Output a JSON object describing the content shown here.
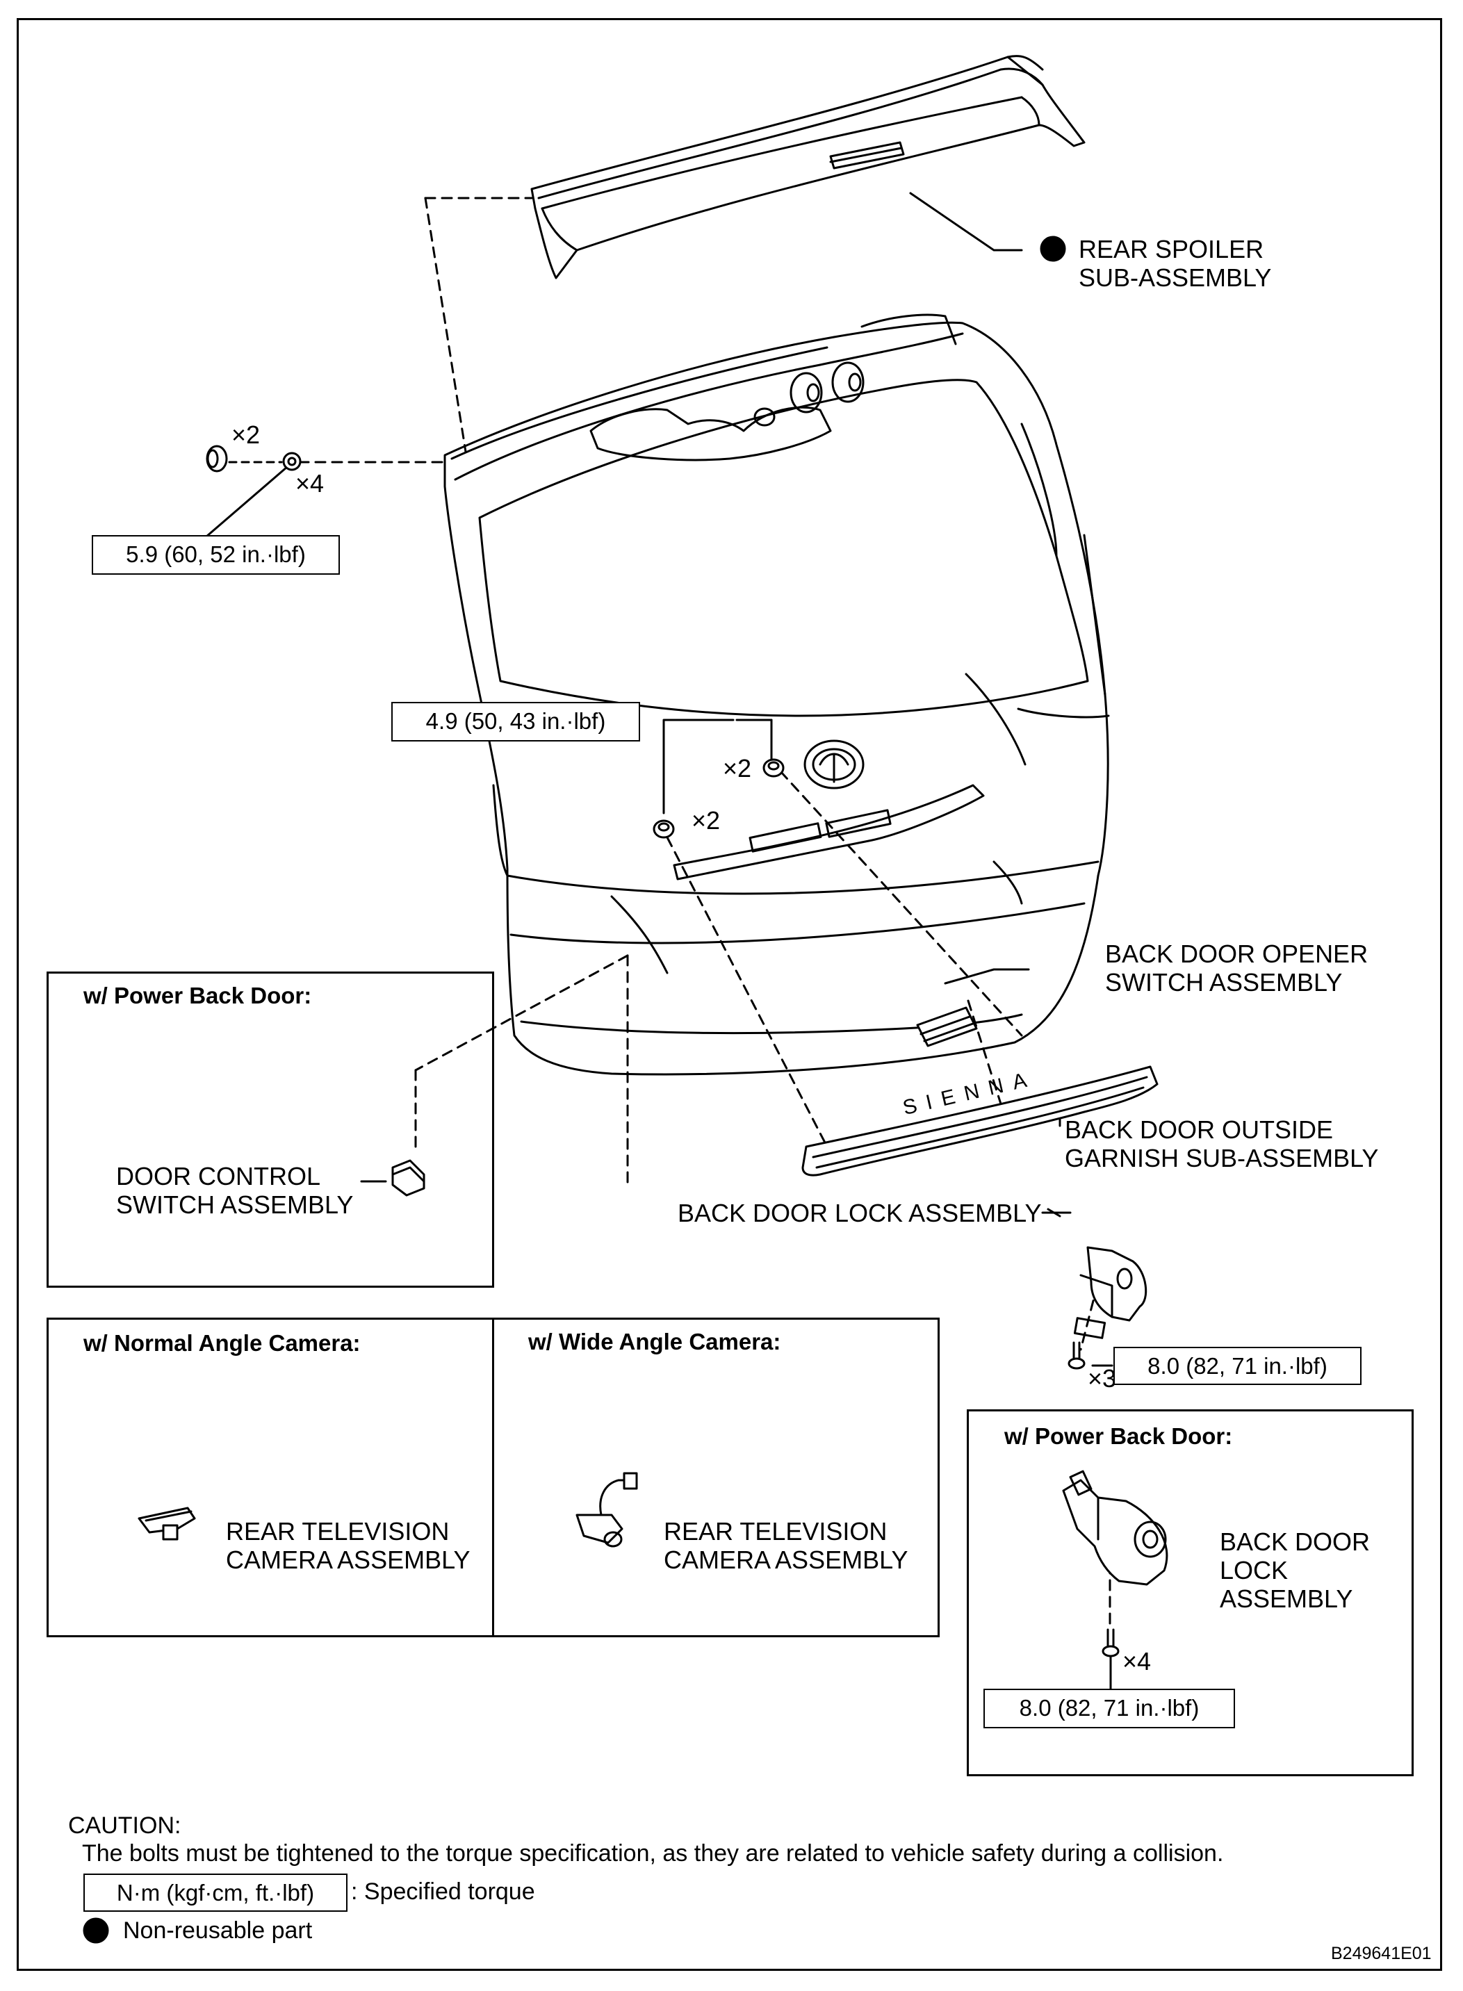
{
  "labels": {
    "rear_spoiler": "REAR SPOILER\nSUB-ASSEMBLY",
    "back_door_opener": "BACK DOOR OPENER\nSWITCH ASSEMBLY",
    "back_door_garnish": "BACK DOOR OUTSIDE\nGARNISH SUB-ASSEMBLY",
    "back_door_lock": "BACK DOOR LOCK ASSEMBLY",
    "door_control_switch": "DOOR CONTROL\nSWITCH ASSEMBLY",
    "rear_tv_camera_normal": "REAR TELEVISION\nCAMERA ASSEMBLY",
    "rear_tv_camera_wide": "REAR TELEVISION\nCAMERA ASSEMBLY",
    "back_door_lock_power": "BACK DOOR\nLOCK\nASSEMBLY",
    "garnish_lettering": "SIENNA"
  },
  "quantities": {
    "q_nut_x2": "×2",
    "q_nut_x4": "×4",
    "q_upper_x2": "×2",
    "q_lower_x2": "×2",
    "q_bolt_x3": "×3",
    "q_bolt_x4": "×4"
  },
  "torques": {
    "spoiler_nut": "5.9 (60, 52 in.·lbf)",
    "garnish_nut": "4.9 (50, 43 in.·lbf)",
    "lock_bolt": "8.0 (82, 71 in.·lbf)",
    "power_lock_bolt": "8.0 (82, 71 in.·lbf)"
  },
  "inset_titles": {
    "power_back_door_1": "w/ Power Back Door:",
    "normal_camera": "w/ Normal Angle Camera:",
    "wide_camera": "w/ Wide Angle Camera:",
    "power_back_door_2": "w/ Power Back Door:"
  },
  "legend": {
    "caution_title": "CAUTION:",
    "caution_text": "The bolts must be tightened to the torque specification, as they are related to vehicle safety during a collision.",
    "torque_unit": "N·m (kgf·cm, ft.·lbf)",
    "torque_desc": ": Specified torque",
    "nonreusable": "Non-reusable part"
  },
  "figure_id": "B249641E01"
}
